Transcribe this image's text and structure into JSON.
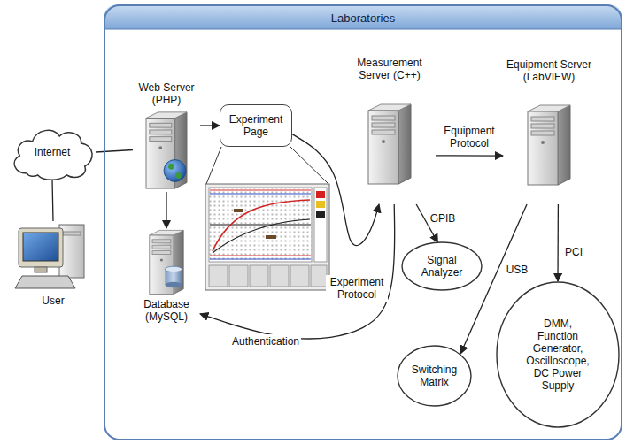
{
  "diagram": {
    "nodes": [
      {
        "text": [
          "Laboratories"
        ]
      },
      {
        "text": [
          "Internet"
        ]
      },
      {
        "text": [
          "User"
        ]
      },
      {
        "text": [
          "Web Server (PHP)"
        ],
        "in": 0
      },
      {
        "text": [
          "Experiment Page"
        ],
        "in": 0
      },
      {
        "text": [
          "Measurement Server (C++)"
        ],
        "in": 0
      },
      {
        "text": [
          "Equipment Server (LabVIEW)"
        ],
        "in": 0
      },
      {
        "text": [
          "Database (MySQL)"
        ],
        "in": 0
      },
      {
        "text": [
          "Signal Analyzer"
        ],
        "in": 0
      },
      {
        "text": [
          "Switching Matrix"
        ],
        "in": 0
      },
      {
        "text": [
          "DMM, Function Generator, Oscilloscope, DC Power Supply"
        ],
        "in": 0
      }
    ],
    "edges": [
      {
        "from": 1,
        "to": 2,
        "arrow": "none"
      },
      {
        "from": 1,
        "to": 3,
        "arrow": "none"
      },
      {
        "from": 3,
        "to": 4,
        "arrow": "to"
      },
      {
        "from": 3,
        "to": 7,
        "arrow": "to"
      },
      {
        "from": 4,
        "to": 5,
        "label": "Experiment Protocol",
        "arrow": "to"
      },
      {
        "from": 5,
        "to": 7,
        "label": "Authentication",
        "arrow": "to"
      },
      {
        "from": 5,
        "to": 6,
        "label": "Equipment Protocol",
        "arrow": "to"
      },
      {
        "from": 5,
        "to": 8,
        "label": "GPIB",
        "arrow": "to"
      },
      {
        "from": 6,
        "to": 9,
        "label": "USB",
        "arrow": "to"
      },
      {
        "from": 6,
        "to": 10,
        "label": "PCI",
        "arrow": "to"
      }
    ]
  }
}
